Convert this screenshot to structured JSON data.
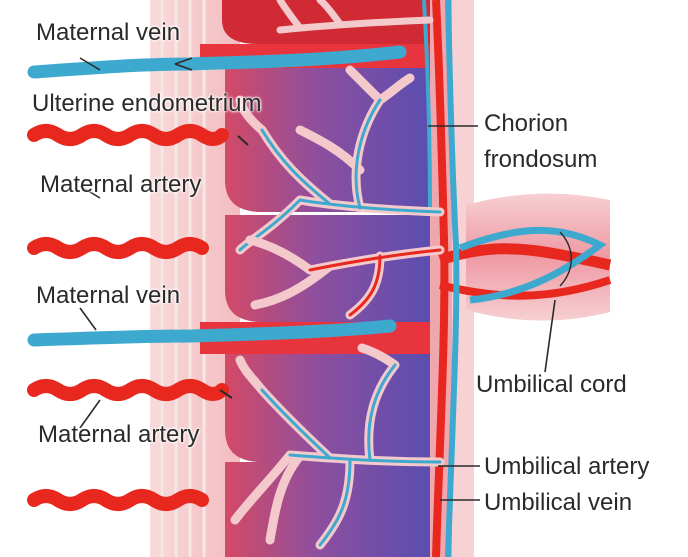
{
  "labels": {
    "maternal_vein_top": "Maternal vein",
    "uterine_endometrium": "Ulterine endometrium",
    "maternal_artery_top": "Maternal artery",
    "maternal_vein_mid": "Maternal vein",
    "maternal_artery_bottom": "Maternal artery",
    "chorion_line1": "Chorion",
    "chorion_line2": "frondosum",
    "umbilical_cord": "Umbilical cord",
    "umbilical_artery": "Umbilical artery",
    "umbilical_vein": "Umbilical vein"
  },
  "colors": {
    "artery": "#e8281e",
    "vein": "#3ea9cf",
    "villus_space": "#6a5bb0",
    "tissue": "#f2b4b8"
  }
}
